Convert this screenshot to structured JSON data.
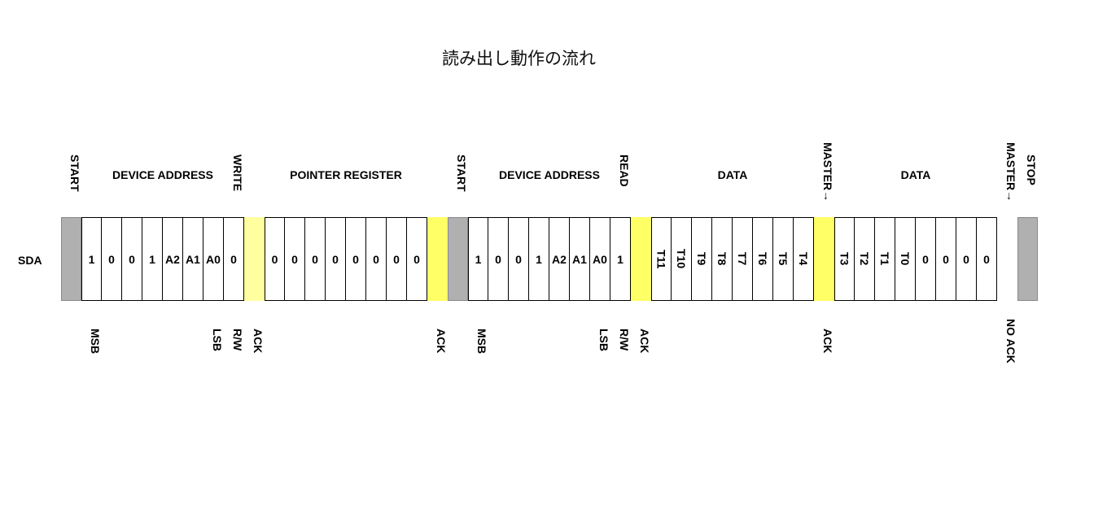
{
  "title": "読み出し動作の流れ",
  "signal_label": "SDA",
  "colors": {
    "condition": "#b0b0b0",
    "ack_first": "#ffffa0",
    "ack": "#ffff66",
    "border": "#000000"
  },
  "groups": [
    {
      "label": "DEVICE ADDRESS",
      "from": 1,
      "to": 8
    },
    {
      "label": "POINTER REGISTER",
      "from": 10,
      "to": 17
    },
    {
      "label": "DEVICE ADDRESS",
      "from": 20,
      "to": 27
    },
    {
      "label": "DATA",
      "from": 29,
      "to": 36
    },
    {
      "label": "DATA",
      "from": 38,
      "to": 45
    }
  ],
  "cells": [
    {
      "type": "cond",
      "top": "START"
    },
    {
      "type": "bit",
      "text": "1",
      "bottom": "MSB"
    },
    {
      "type": "bit",
      "text": "0"
    },
    {
      "type": "bit",
      "text": "0"
    },
    {
      "type": "bit",
      "text": "1"
    },
    {
      "type": "bit",
      "text": "A2"
    },
    {
      "type": "bit",
      "text": "A1"
    },
    {
      "type": "bit",
      "text": "A0",
      "bottom": "LSB"
    },
    {
      "type": "bit",
      "text": "0",
      "top": "WRITE",
      "bottom": "R/W"
    },
    {
      "type": "ack1",
      "bottom": "ACK"
    },
    {
      "type": "bit",
      "text": "0"
    },
    {
      "type": "bit",
      "text": "0"
    },
    {
      "type": "bit",
      "text": "0"
    },
    {
      "type": "bit",
      "text": "0"
    },
    {
      "type": "bit",
      "text": "0"
    },
    {
      "type": "bit",
      "text": "0"
    },
    {
      "type": "bit",
      "text": "0"
    },
    {
      "type": "bit",
      "text": "0"
    },
    {
      "type": "ack",
      "bottom": "ACK"
    },
    {
      "type": "cond",
      "top": "START"
    },
    {
      "type": "bit",
      "text": "1",
      "bottom": "MSB"
    },
    {
      "type": "bit",
      "text": "0"
    },
    {
      "type": "bit",
      "text": "0"
    },
    {
      "type": "bit",
      "text": "1"
    },
    {
      "type": "bit",
      "text": "A2"
    },
    {
      "type": "bit",
      "text": "A1"
    },
    {
      "type": "bit",
      "text": "A0",
      "bottom": "LSB"
    },
    {
      "type": "bit",
      "text": "1",
      "top": "READ",
      "bottom": "R/W"
    },
    {
      "type": "ack",
      "bottom": "ACK"
    },
    {
      "type": "bit",
      "text": "T11",
      "vertical": true
    },
    {
      "type": "bit",
      "text": "T10",
      "vertical": true
    },
    {
      "type": "bit",
      "text": "T9",
      "vertical": true
    },
    {
      "type": "bit",
      "text": "T8",
      "vertical": true
    },
    {
      "type": "bit",
      "text": "T7",
      "vertical": true
    },
    {
      "type": "bit",
      "text": "T6",
      "vertical": true
    },
    {
      "type": "bit",
      "text": "T5",
      "vertical": true
    },
    {
      "type": "bit",
      "text": "T4",
      "vertical": true
    },
    {
      "type": "ack",
      "top": "MASTER→",
      "bottom": "ACK"
    },
    {
      "type": "bit",
      "text": "T3",
      "vertical": true
    },
    {
      "type": "bit",
      "text": "T2",
      "vertical": true
    },
    {
      "type": "bit",
      "text": "T1",
      "vertical": true
    },
    {
      "type": "bit",
      "text": "T0",
      "vertical": true
    },
    {
      "type": "bit",
      "text": "0"
    },
    {
      "type": "bit",
      "text": "0"
    },
    {
      "type": "bit",
      "text": "0"
    },
    {
      "type": "bit",
      "text": "0"
    },
    {
      "type": "blank",
      "top": "MASTER→",
      "bottom": "NO ACK"
    },
    {
      "type": "cond",
      "top": "STOP"
    }
  ]
}
